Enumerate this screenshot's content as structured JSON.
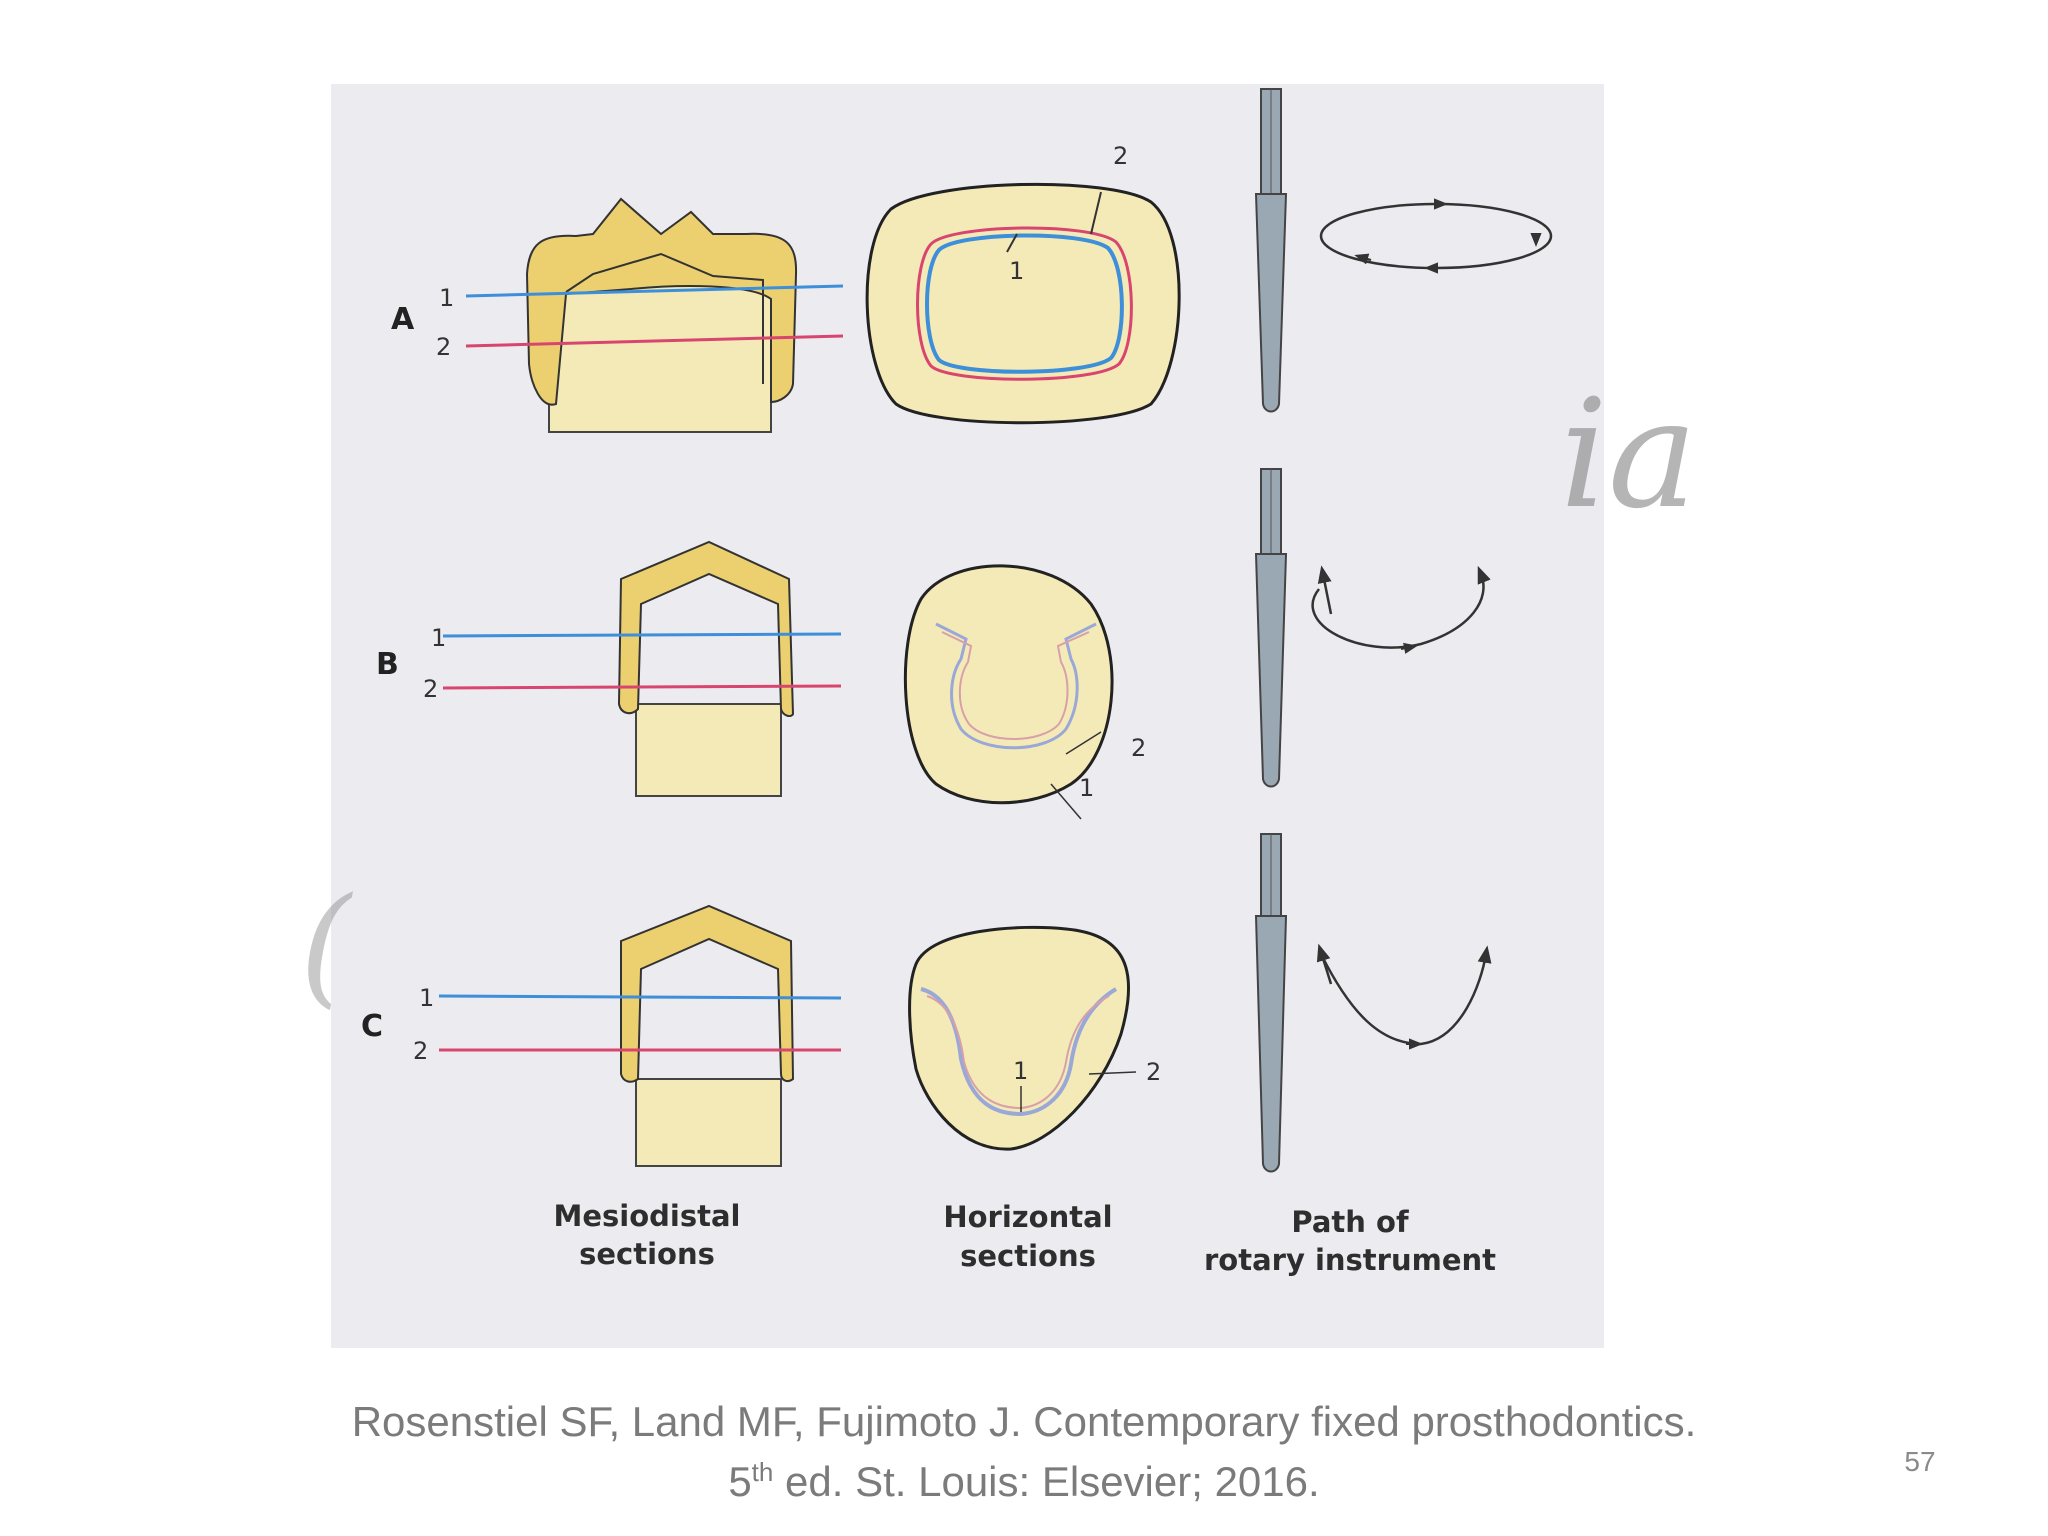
{
  "figure": {
    "rows": [
      {
        "letter": "A",
        "line1": "1",
        "line2": "2"
      },
      {
        "letter": "B",
        "line1": "1",
        "line2": "2"
      },
      {
        "letter": "C",
        "line1": "1",
        "line2": "2"
      }
    ],
    "horizontal_labels": {
      "a_1": "1",
      "a_2": "2",
      "b_1": "1",
      "b_2": "2",
      "c_1": "1",
      "c_2": "2"
    },
    "captions": {
      "mesiodistal_line1": "Mesiodistal",
      "mesiodistal_line2": "sections",
      "horizontal_line1": "Horizontal",
      "horizontal_line2": "sections",
      "path_line1": "Path of",
      "path_line2": "rotary instrument"
    },
    "colors": {
      "line_1": "#3d8fd9",
      "line_2": "#d8456e",
      "restoration": "#ecd070",
      "tooth": "#f4eab8",
      "instrument": "#9aa8b4",
      "background": "#ecebf0"
    }
  },
  "watermark": {
    "fragment": "ia",
    "partial": "("
  },
  "citation": {
    "line1": "Rosenstiel SF, Land MF, Fujimoto J. Contemporary fixed prosthodontics.",
    "line2_edition": "5",
    "line2_sup": "th",
    "line2_rest": " ed. St. Louis: Elsevier; 2016."
  },
  "page_number": "57"
}
